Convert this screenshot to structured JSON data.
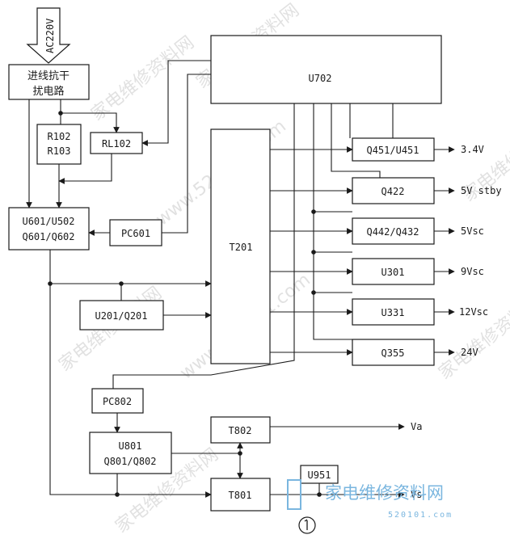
{
  "input": {
    "label": "AC220V"
  },
  "blocks": {
    "filter": {
      "line1": "进线抗干",
      "line2": "扰电路"
    },
    "r102": {
      "line1": "R102",
      "line2": "R103"
    },
    "rl102": {
      "label": "RL102"
    },
    "u601": {
      "line1": "U601/U502",
      "line2": "Q601/Q602"
    },
    "pc601": {
      "label": "PC601"
    },
    "u702": {
      "label": "U702"
    },
    "t201": {
      "label": "T201"
    },
    "u201": {
      "label": "U201/Q201"
    },
    "q451": {
      "label": "Q451/U451"
    },
    "q422": {
      "label": "Q422"
    },
    "q442": {
      "label": "Q442/Q432"
    },
    "u301": {
      "label": "U301"
    },
    "u331": {
      "label": "U331"
    },
    "q355": {
      "label": "Q355"
    },
    "pc802": {
      "label": "PC802"
    },
    "u801": {
      "line1": "U801",
      "line2": "Q801/Q802"
    },
    "t802": {
      "label": "T802"
    },
    "t801": {
      "label": "T801"
    },
    "u951": {
      "label": "U951"
    }
  },
  "outputs": {
    "v34": "3.4V",
    "v5stby": "5V stby",
    "v5sc": "5Vsc",
    "v9sc": "9Vsc",
    "v12sc": "12Vsc",
    "v24": "24V",
    "va": "Va",
    "vs": "Vs"
  },
  "watermark": {
    "text": "家电维修资料网",
    "brand_cn": "家电维修资料网",
    "brand_url": "520101.com",
    "url_overlay": "www.520101.com"
  },
  "colors": {
    "line": "#1a1a1a",
    "brand": "#7ab6df",
    "watermark": "#c9c9c9"
  }
}
